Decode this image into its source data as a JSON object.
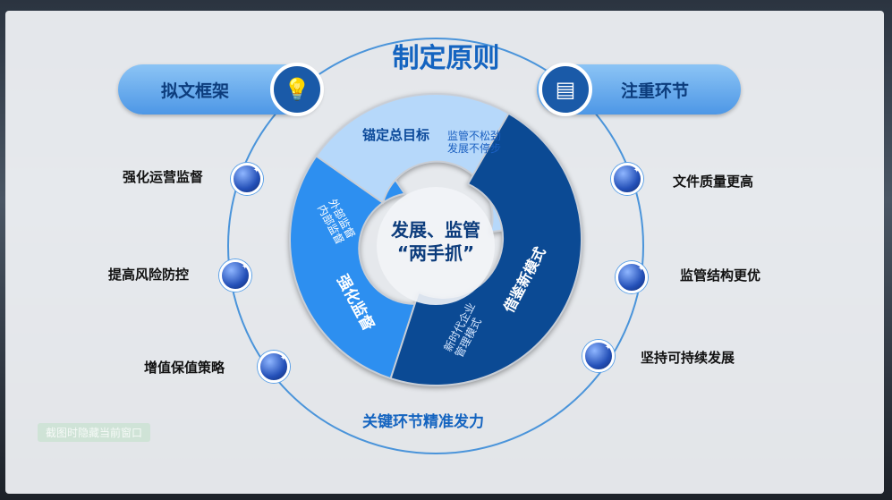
{
  "title": "制定原则",
  "left_pill": {
    "label": "拟文框架",
    "icon": "lightbulb-icon"
  },
  "right_pill": {
    "label": "注重环节",
    "icon": "documents-icon"
  },
  "left_items": [
    "强化运营监督",
    "提高风险防控",
    "增值保值策略"
  ],
  "right_items": [
    "文件质量更高",
    "监管结构更优",
    "坚持可持续发展"
  ],
  "bottom_label": "关键环节精准发力",
  "center": {
    "line1": "发展、监管",
    "line2": "“两手抓”"
  },
  "segments": {
    "top": {
      "title": "锚定总目标",
      "sub1": "监管不松劲",
      "sub2": "发展不停步",
      "color": "#b6d8fa"
    },
    "left": {
      "title": "强化监督",
      "sub1": "外部监督",
      "sub2": "内部监督",
      "color": "#2d8ff0"
    },
    "right": {
      "title": "借鉴新模式",
      "sub1": "新时代企业",
      "sub2": "管理模式",
      "color": "#0b4a94"
    }
  },
  "overlay_button": "截图时隐藏当前窗口"
}
